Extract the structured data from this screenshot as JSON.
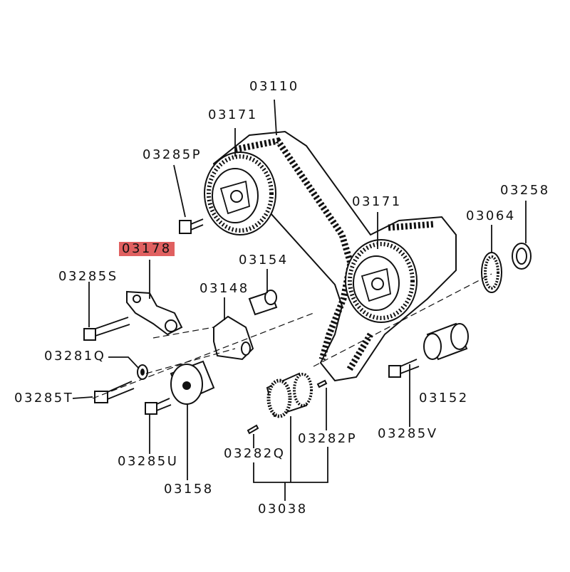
{
  "highlight_color": "#e06060",
  "labels": {
    "p03110": "03110",
    "p03171_left": "03171",
    "p03285P": "03285P",
    "p03258": "03258",
    "p03171_right": "03171",
    "p03064": "03064",
    "p03178": "03178",
    "p03154": "03154",
    "p03285S": "03285S",
    "p03148": "03148",
    "p03281Q": "03281Q",
    "p03285T": "03285T",
    "p03152": "03152",
    "p03285V": "03285V",
    "p03282P": "03282P",
    "p03282Q": "03282Q",
    "p03285U": "03285U",
    "p03158": "03158",
    "p03038": "03038"
  },
  "icons": [
    "sprocket-icon",
    "timing-belt-icon",
    "bolt-icon",
    "tensioner-icon",
    "idler-pulley-icon",
    "washer-icon",
    "pin-icon",
    "ring-icon"
  ]
}
